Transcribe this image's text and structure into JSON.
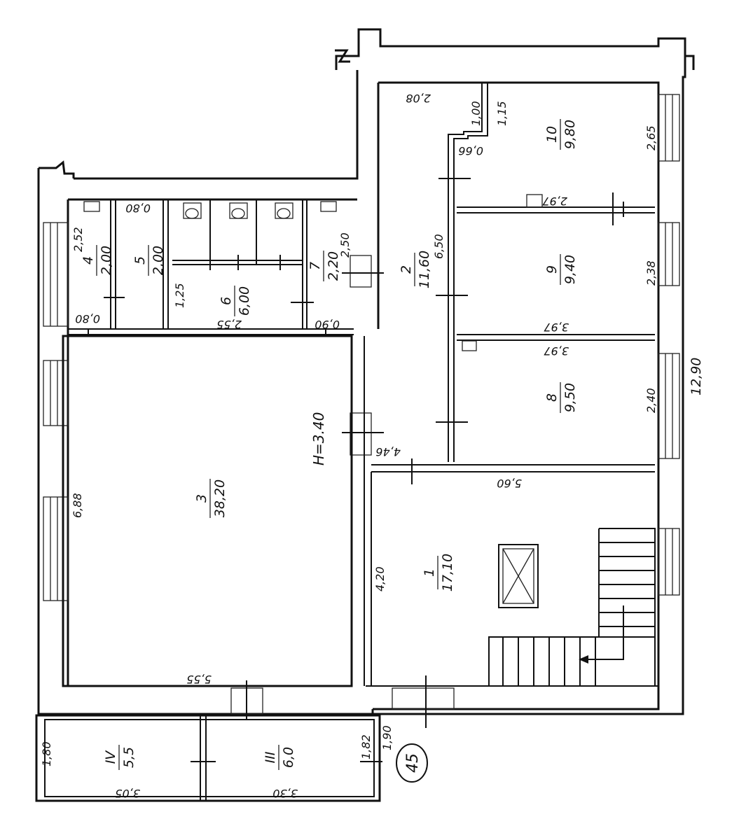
{
  "colors": {
    "ink": "#111111",
    "paper": "#ffffff"
  },
  "sheet_number": "45",
  "ceiling_height": "H=3.40",
  "rooms": [
    {
      "id": "1",
      "number": "1",
      "area": "17,10"
    },
    {
      "id": "2",
      "number": "2",
      "area": "11,60"
    },
    {
      "id": "3",
      "number": "3",
      "area": "38,20"
    },
    {
      "id": "4",
      "number": "4",
      "area": "2,00"
    },
    {
      "id": "5",
      "number": "5",
      "area": "2,00"
    },
    {
      "id": "6",
      "number": "6",
      "area": "6,00"
    },
    {
      "id": "7",
      "number": "7",
      "area": "2,20"
    },
    {
      "id": "8",
      "number": "8",
      "area": "9,50"
    },
    {
      "id": "9",
      "number": "9",
      "area": "9,40"
    },
    {
      "id": "10",
      "number": "10",
      "area": "9,80"
    },
    {
      "id": "III",
      "number": "III",
      "area": "6,0"
    },
    {
      "id": "IV",
      "number": "IV",
      "area": "5,5"
    }
  ],
  "dimensions": {
    "d_2_08": "2,08",
    "d_1_00": "1,00",
    "d_1_15": "1,15",
    "d_0_66": "0,66",
    "d_2_65": "2,65",
    "d_2_97": "2,97",
    "d_6_50": "6,50",
    "d_2_38": "2,38",
    "d_3_97_a": "3,97",
    "d_3_97_b": "3,97",
    "d_2_40": "2,40",
    "d_12_90": "12,90",
    "d_4_46": "4,46",
    "d_5_60": "5,60",
    "d_4_20": "4,20",
    "d_2_52": "2,52",
    "d_0_80_top": "0,80",
    "d_0_80_bot": "0,80",
    "d_2_50": "2,50",
    "d_1_25": "1,25",
    "d_2_55": "2,55",
    "d_0_90": "0,90",
    "d_6_88": "6,88",
    "d_5_55": "5,55",
    "d_1_80": "1,80",
    "d_1_82": "1,82",
    "d_1_90": "1,90",
    "d_3_05": "3,05",
    "d_3_30": "3,30"
  }
}
